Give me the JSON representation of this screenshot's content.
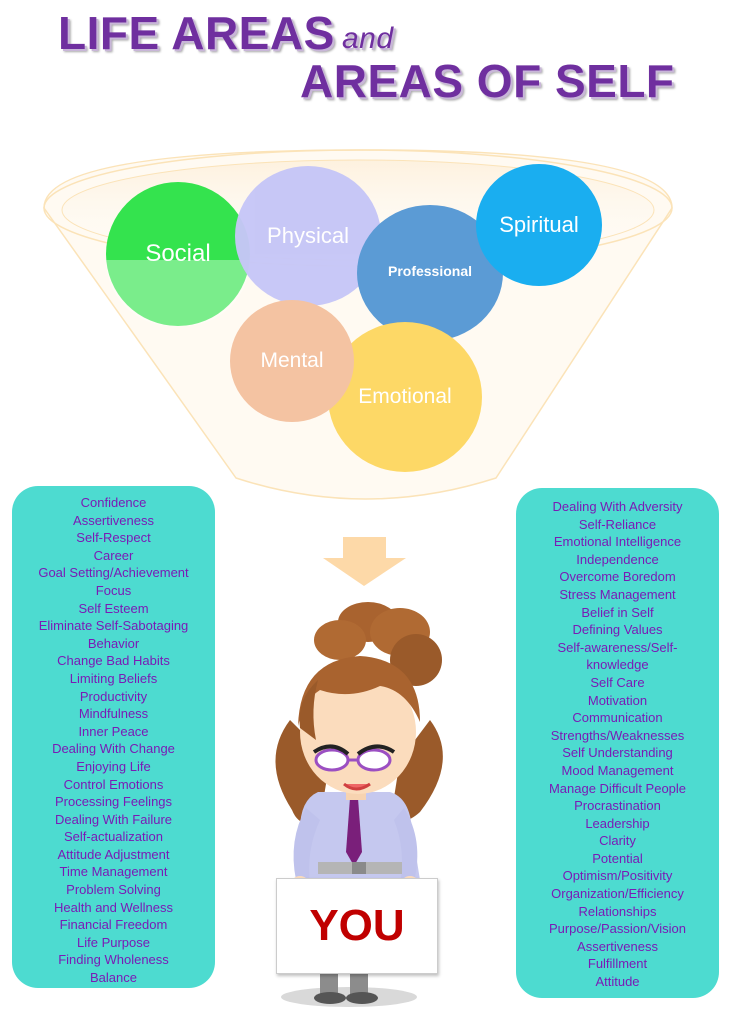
{
  "title": {
    "line1": "LIFE AREAS",
    "connector": "and",
    "line2": "AREAS OF SELF"
  },
  "colors": {
    "title": "#6f2f9f",
    "social": "#34e34e",
    "physical": "#c6c6f7",
    "professional": "#5b9bd5",
    "spiritual": "#1aaef0",
    "mental": "#f4c3a2",
    "emotional": "#fdd866",
    "panel": "#4ddbd0",
    "panel_text": "#7a1bb5",
    "you_text": "#c00000"
  },
  "life_areas": {
    "social": "Social",
    "physical": "Physical",
    "professional": "Professional",
    "spiritual": "Spiritual",
    "mental": "Mental",
    "emotional": "Emotional"
  },
  "left_list": [
    "Confidence",
    "Assertiveness",
    "Self-Respect",
    "Career",
    "Goal Setting/Achievement",
    "Focus",
    "Self Esteem",
    "Eliminate Self-Sabotaging",
    "Behavior",
    "Change Bad Habits",
    "Limiting Beliefs",
    "Productivity",
    "Mindfulness",
    "Inner Peace",
    "Dealing With Change",
    "Enjoying Life",
    "Control Emotions",
    "Processing Feelings",
    "Dealing With Failure",
    "Self-actualization",
    "Attitude Adjustment",
    "Time Management",
    "Problem Solving",
    "Health and Wellness",
    "Financial Freedom",
    "Life Purpose",
    "Finding Wholeness",
    "Balance"
  ],
  "right_list": [
    "Dealing With Adversity",
    "Self-Reliance",
    "Emotional Intelligence",
    "Independence",
    "Overcome Boredom",
    "Stress Management",
    "Belief in Self",
    "Defining Values",
    "Self-awareness/Self-",
    "knowledge",
    "Self Care",
    "Motivation",
    "Communication",
    "Strengths/Weaknesses",
    "Self Understanding",
    "Mood Management",
    "Manage Difficult People",
    "Procrastination",
    "Leadership",
    "Clarity",
    "Potential",
    "Optimism/Positivity",
    "Organization/Efficiency",
    "Relationships",
    "Purpose/Passion/Vision",
    "Assertiveness",
    "Fulfillment",
    "Attitude"
  ],
  "sign": {
    "label": "YOU"
  },
  "icons": {
    "arrow": "down-arrow-icon",
    "character": "woman-character-illustration"
  }
}
